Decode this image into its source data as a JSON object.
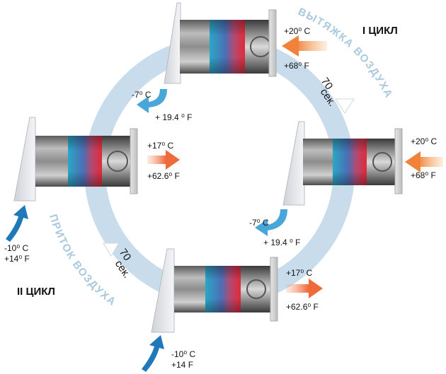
{
  "cycles": {
    "cycle1": "I ЦИКЛ",
    "cycle2": "II ЦИКЛ"
  },
  "arc_labels": {
    "exhaust": "ВЫТЯЖКА ВОЗДУХА",
    "supply": "ПРИТОК ВОЗДУХА"
  },
  "timers": {
    "top_right": {
      "value": "70",
      "unit": "сек."
    },
    "bottom_left": {
      "value": "70",
      "unit": "сек."
    }
  },
  "units": {
    "top": {
      "out_c": "+20⁰ C",
      "out_f": "+68⁰ F",
      "in_c": "-7⁰ C",
      "in_f": "+ 19.4 ⁰ F"
    },
    "right": {
      "out_c": "+20⁰ C",
      "out_f": "+68⁰ F",
      "in_c": "-7⁰ C",
      "in_f": "+ 19.4 ⁰ F"
    },
    "left": {
      "out_c": "+17⁰ C",
      "out_f": "+62.6⁰ F",
      "in_c": "-10⁰ C",
      "in_f": "+14⁰ F"
    },
    "bottom": {
      "out_c": "+17⁰ C",
      "out_f": "+62.6⁰ F",
      "in_c": "-10⁰ C",
      "in_f": "+14 F"
    }
  },
  "colors": {
    "ring": "#c9dceb",
    "warm_arrow": "#f0823a",
    "cool_arrow": "#49a6d9",
    "deep_arrow": "#1e78b9",
    "supply_arrow": "#ef6a3a",
    "text_ring": "#a9c9de"
  }
}
